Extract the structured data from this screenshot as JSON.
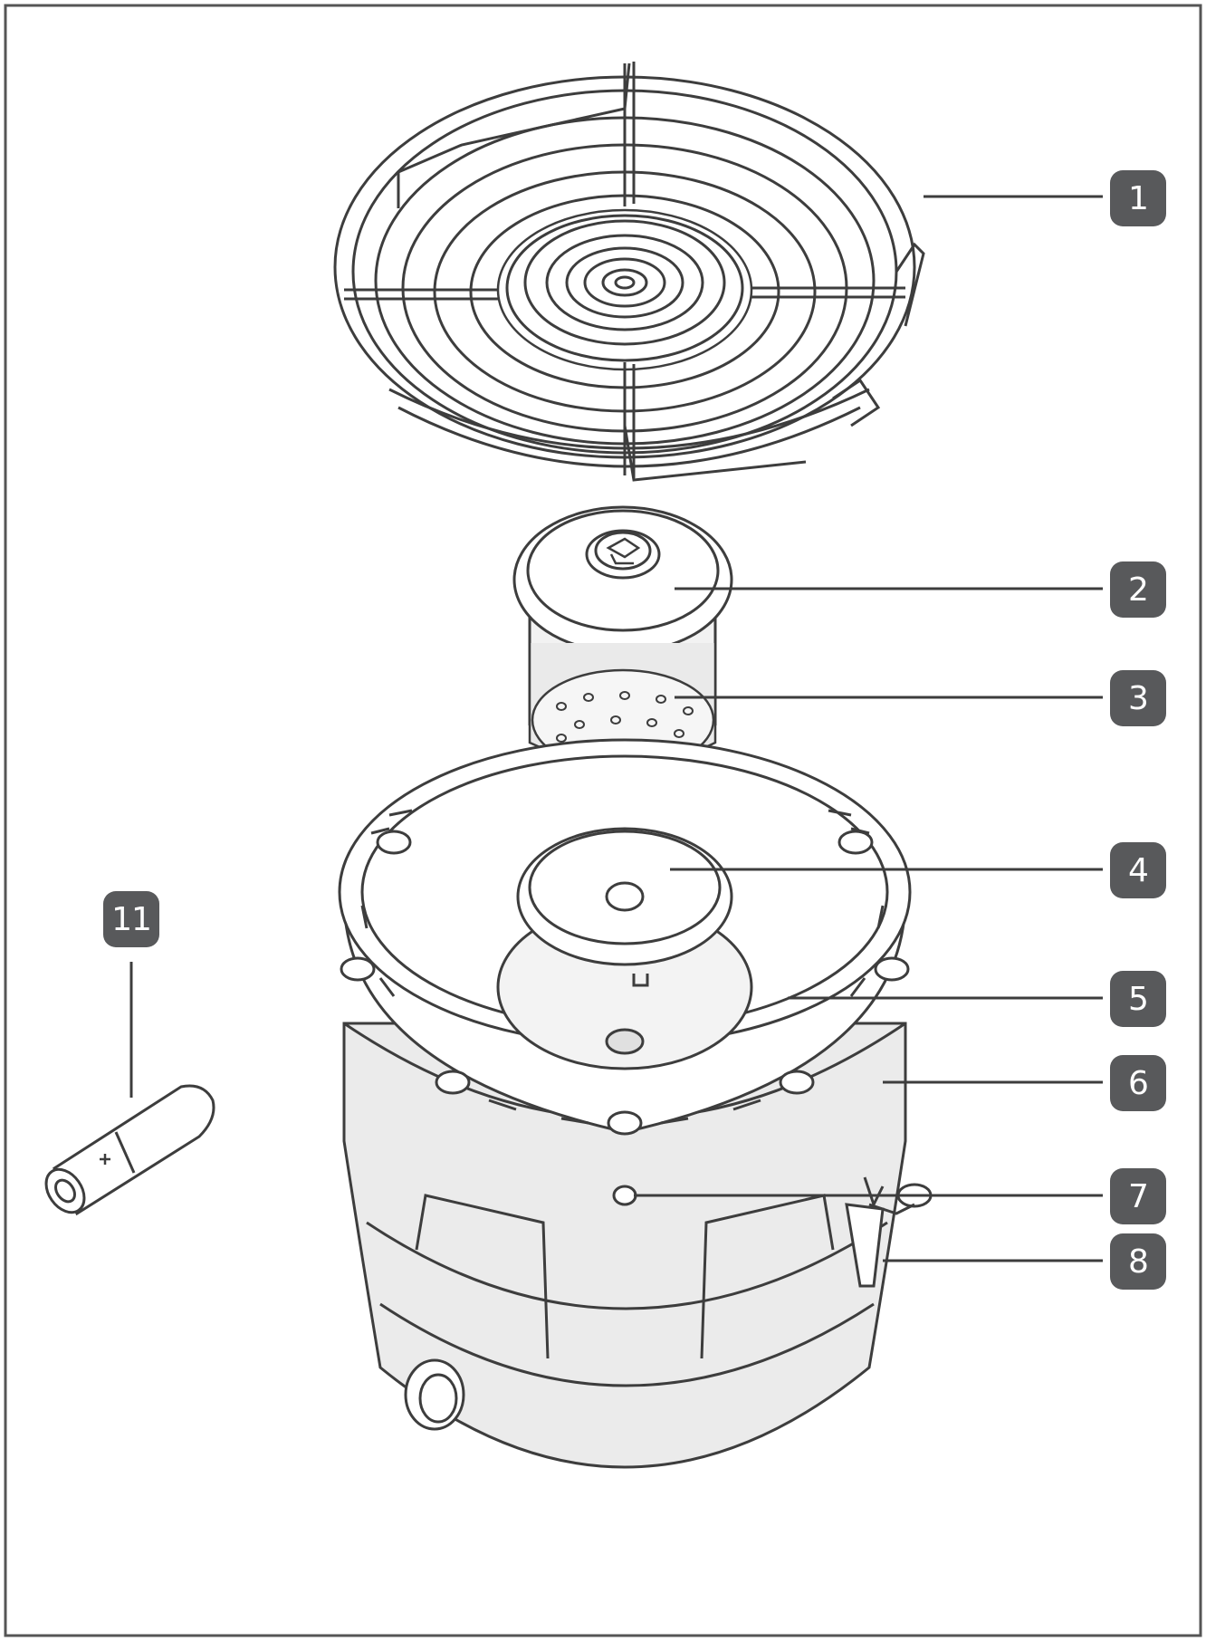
{
  "callouts": [
    {
      "id": "part-1",
      "label": "1"
    },
    {
      "id": "part-2",
      "label": "2"
    },
    {
      "id": "part-3",
      "label": "3"
    },
    {
      "id": "part-4",
      "label": "4"
    },
    {
      "id": "part-5",
      "label": "5"
    },
    {
      "id": "part-6",
      "label": "6"
    },
    {
      "id": "part-7",
      "label": "7"
    },
    {
      "id": "part-8",
      "label": "8"
    },
    {
      "id": "part-11",
      "label": "11"
    }
  ],
  "colors": {
    "line": "#3d3d3d",
    "badge": "#58595b",
    "badge_text": "#ffffff",
    "body_fill": "#ebebeb",
    "border": "#555555"
  },
  "icons": [
    "wire-rack-icon",
    "filter-cup-icon",
    "mesh-filter-icon",
    "disc-icon",
    "tray-lid-icon",
    "pot-body-icon",
    "clip-icon",
    "handle-icon",
    "battery-icon",
    "knob-icon"
  ]
}
